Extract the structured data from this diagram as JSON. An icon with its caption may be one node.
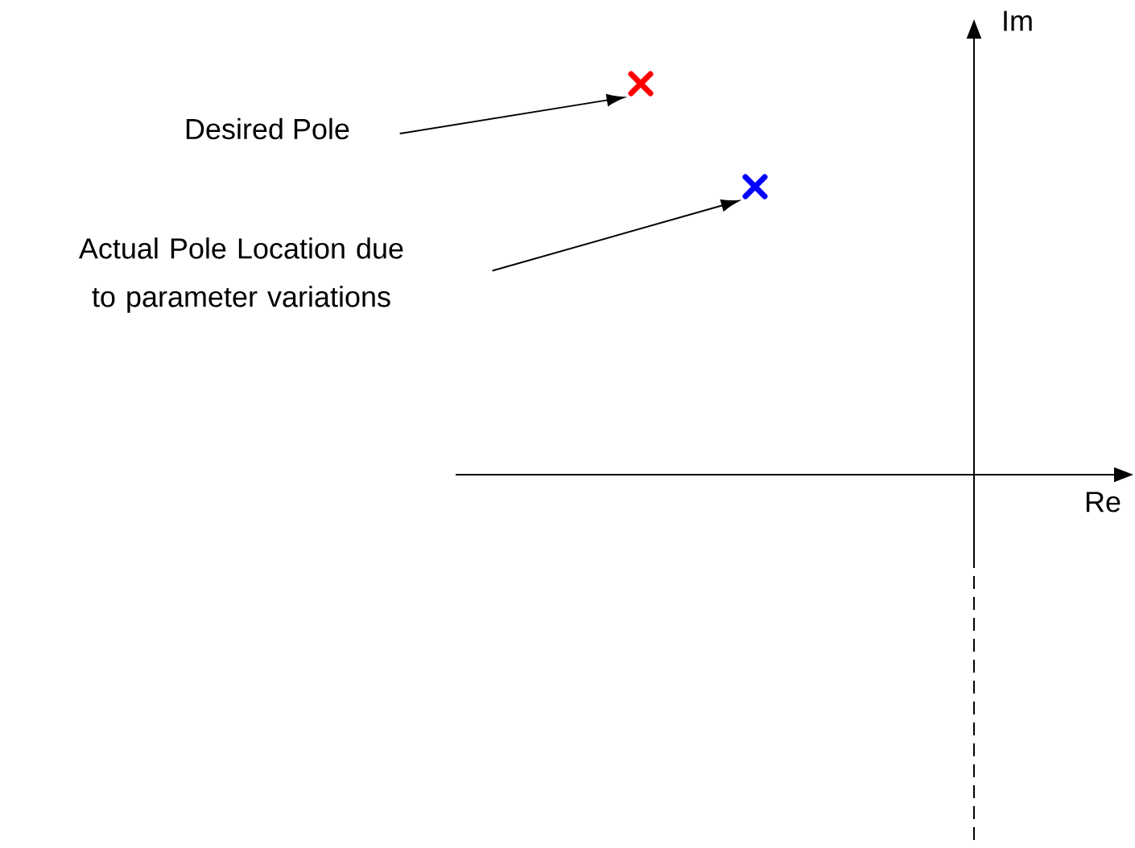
{
  "diagram": {
    "nodes": [
      {
        "text": [
          "Desired Pole"
        ]
      },
      {
        "text": [],
        "shape": "cross"
      },
      {
        "text": [
          "Actual Pole Location  due to parameter variations"
        ]
      },
      {
        "text": [],
        "shape": "cross"
      }
    ],
    "edges": [
      {
        "from": 0,
        "to": 1,
        "arrow": "to"
      },
      {
        "from": 2,
        "to": 3,
        "arrow": "to"
      }
    ],
    "labels": [
      "Im",
      "Re"
    ]
  }
}
